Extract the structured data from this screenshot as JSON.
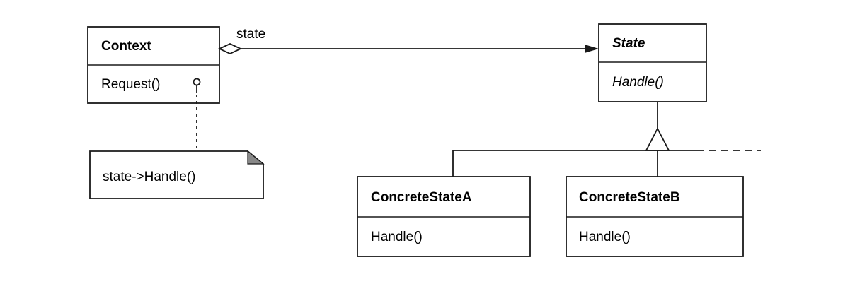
{
  "context": {
    "name": "Context",
    "operation": "Request()",
    "association_role": "state"
  },
  "note": {
    "text": "state->Handle()"
  },
  "state": {
    "name": "State",
    "operation": "Handle()"
  },
  "concrete_a": {
    "name": "ConcreteStateA",
    "operation": "Handle()"
  },
  "concrete_b": {
    "name": "ConcreteStateB",
    "operation": "Handle()"
  }
}
